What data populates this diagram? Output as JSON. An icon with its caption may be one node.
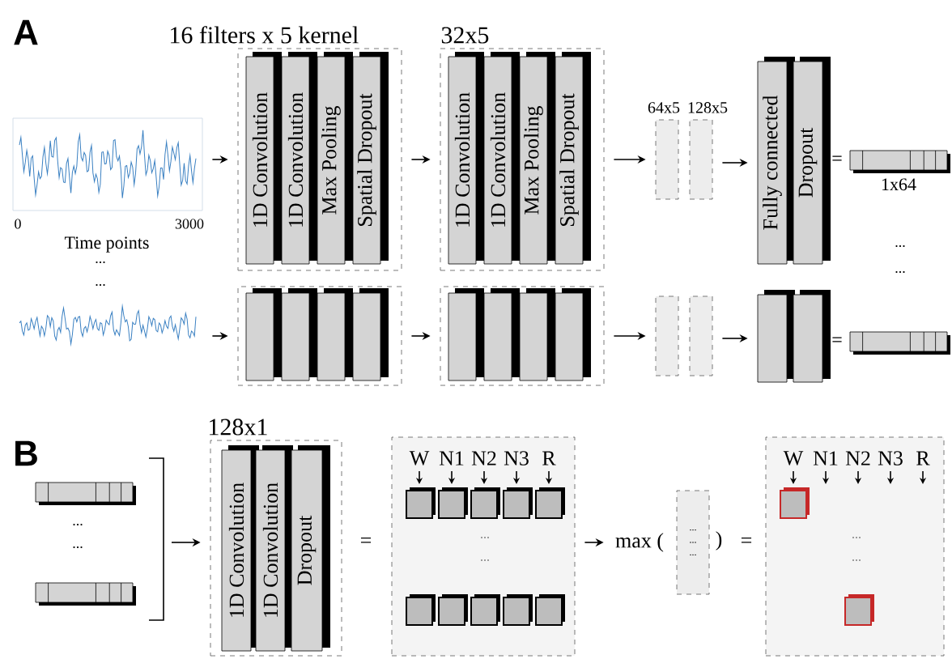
{
  "diagram": {
    "nodes": [
      {
        "text": [],
        "shape": "picture",
        "beside": [
          "0",
          "3000",
          "Time points"
        ]
      },
      {
        "text": [
          "16 filters x 5 kernel"
        ]
      },
      {
        "text": [
          "1D Convolution"
        ],
        "in": 1
      },
      {
        "text": [
          "1D Convolution"
        ],
        "in": 1
      },
      {
        "text": [
          "Max Pooling"
        ],
        "in": 1
      },
      {
        "text": [
          "Spatial Dropout"
        ],
        "in": 1
      },
      {
        "text": [
          "32x5"
        ]
      },
      {
        "text": [
          "1D Convolution"
        ],
        "in": 6
      },
      {
        "text": [
          "1D Convolution"
        ],
        "in": 6
      },
      {
        "text": [
          "Max Pooling"
        ],
        "in": 6
      },
      {
        "text": [
          "Spatial Dropout"
        ],
        "in": 6
      },
      {
        "text": [
          "64x5"
        ]
      },
      {
        "text": [
          "128x5"
        ]
      },
      {
        "text": [
          "Fully connected"
        ]
      },
      {
        "text": [
          "Dropout"
        ]
      },
      {
        "text": [],
        "shape": "bar",
        "beside": [
          "1x64"
        ]
      },
      {
        "text": [],
        "shape": "picture"
      },
      {
        "text": [],
        "shape": "box"
      },
      {
        "text": [],
        "shape": "bar",
        "in": 17
      },
      {
        "text": [],
        "shape": "bar",
        "in": 17
      },
      {
        "text": [],
        "shape": "bar",
        "in": 17
      },
      {
        "text": [],
        "shape": "bar",
        "in": 17
      },
      {
        "text": [],
        "shape": "box"
      },
      {
        "text": [],
        "shape": "bar",
        "in": 22
      },
      {
        "text": [],
        "shape": "bar",
        "in": 22
      },
      {
        "text": [],
        "shape": "bar",
        "in": 22
      },
      {
        "text": [],
        "shape": "bar",
        "in": 22
      },
      {
        "text": [],
        "shape": "box"
      },
      {
        "text": [],
        "shape": "box"
      },
      {
        "text": [],
        "shape": "bar"
      },
      {
        "text": [],
        "shape": "bar"
      },
      {
        "text": [],
        "shape": "bar"
      },
      {
        "text": [],
        "shape": "bar"
      },
      {
        "text": [],
        "shape": "bar"
      },
      {
        "text": [
          "128x1"
        ]
      },
      {
        "text": [
          "1D Convolution"
        ],
        "in": 34
      },
      {
        "text": [
          "1D Convolution"
        ],
        "in": 34
      },
      {
        "text": [
          "Dropout"
        ],
        "in": 34
      },
      {
        "text": [
          "W",
          "N1",
          "N2",
          "N3",
          "R",
          "...",
          "..."
        ]
      },
      {
        "text": [
          "max ("
        ]
      },
      {
        "text": [
          "...",
          "...",
          "..."
        ]
      },
      {
        "text": [
          "W",
          "N1",
          "N2",
          "N3",
          "R",
          "...",
          "..."
        ]
      }
    ],
    "edges": [
      {
        "from": 0,
        "to": 1,
        "arrow": "to"
      },
      {
        "from": 1,
        "to": 6,
        "arrow": "to"
      },
      {
        "from": 6,
        "to": 11,
        "arrow": "to"
      },
      {
        "from": 12,
        "to": 13,
        "arrow": "to"
      },
      {
        "from": 16,
        "to": 17,
        "arrow": "to"
      },
      {
        "from": 17,
        "to": 22,
        "arrow": "to"
      },
      {
        "from": 22,
        "to": 27,
        "arrow": "to"
      },
      {
        "from": 28,
        "to": 29,
        "arrow": "to"
      },
      {
        "from": null,
        "to": 34,
        "arrow": "to"
      },
      {
        "from": 38,
        "to": 39,
        "arrow": "to"
      }
    ],
    "labels": [
      "A",
      "...",
      "...",
      "=",
      "...",
      "...",
      "=",
      "B",
      "...",
      "...",
      "=",
      ")",
      "="
    ]
  }
}
